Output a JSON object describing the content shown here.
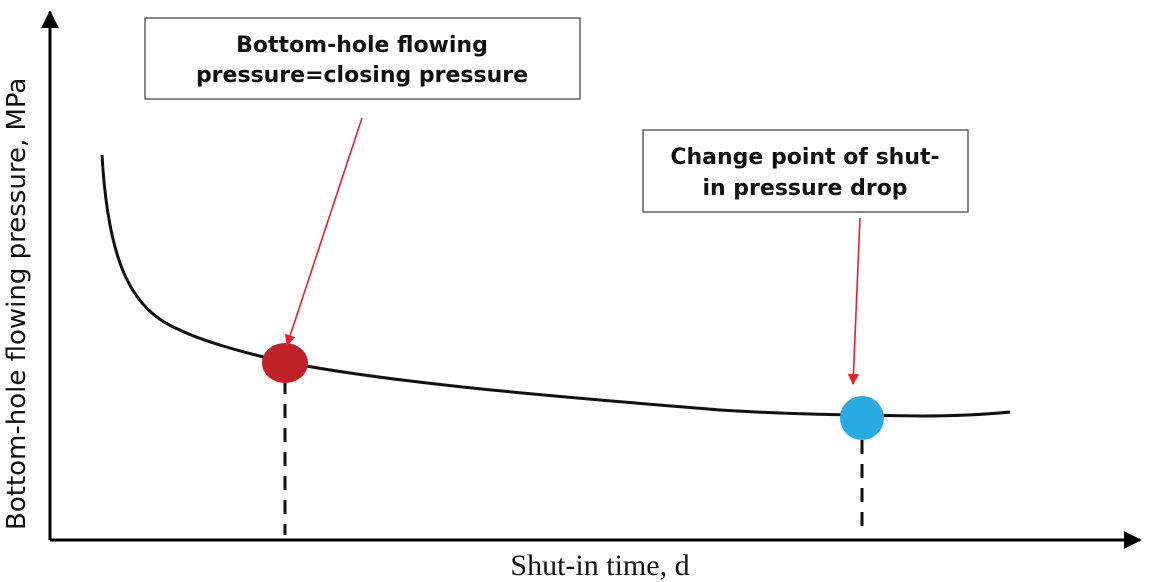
{
  "chart_data": {
    "type": "line",
    "x_label": "Shut-in time, d",
    "y_label": "Bottom-hole flowing pressure,  MPa",
    "callouts": {
      "closing": {
        "line1": "Bottom-hole flowing",
        "line2": "pressure=closing  pressure"
      },
      "change": {
        "line1": "Change point of shut-",
        "line2": "in pressure drop"
      }
    },
    "markers": [
      {
        "name": "closing-pressure-point",
        "color": "#c0202a"
      },
      {
        "name": "change-point",
        "color": "#29abe2"
      }
    ],
    "colors": {
      "arrow": "#e8202a",
      "curve": "#111111"
    }
  }
}
